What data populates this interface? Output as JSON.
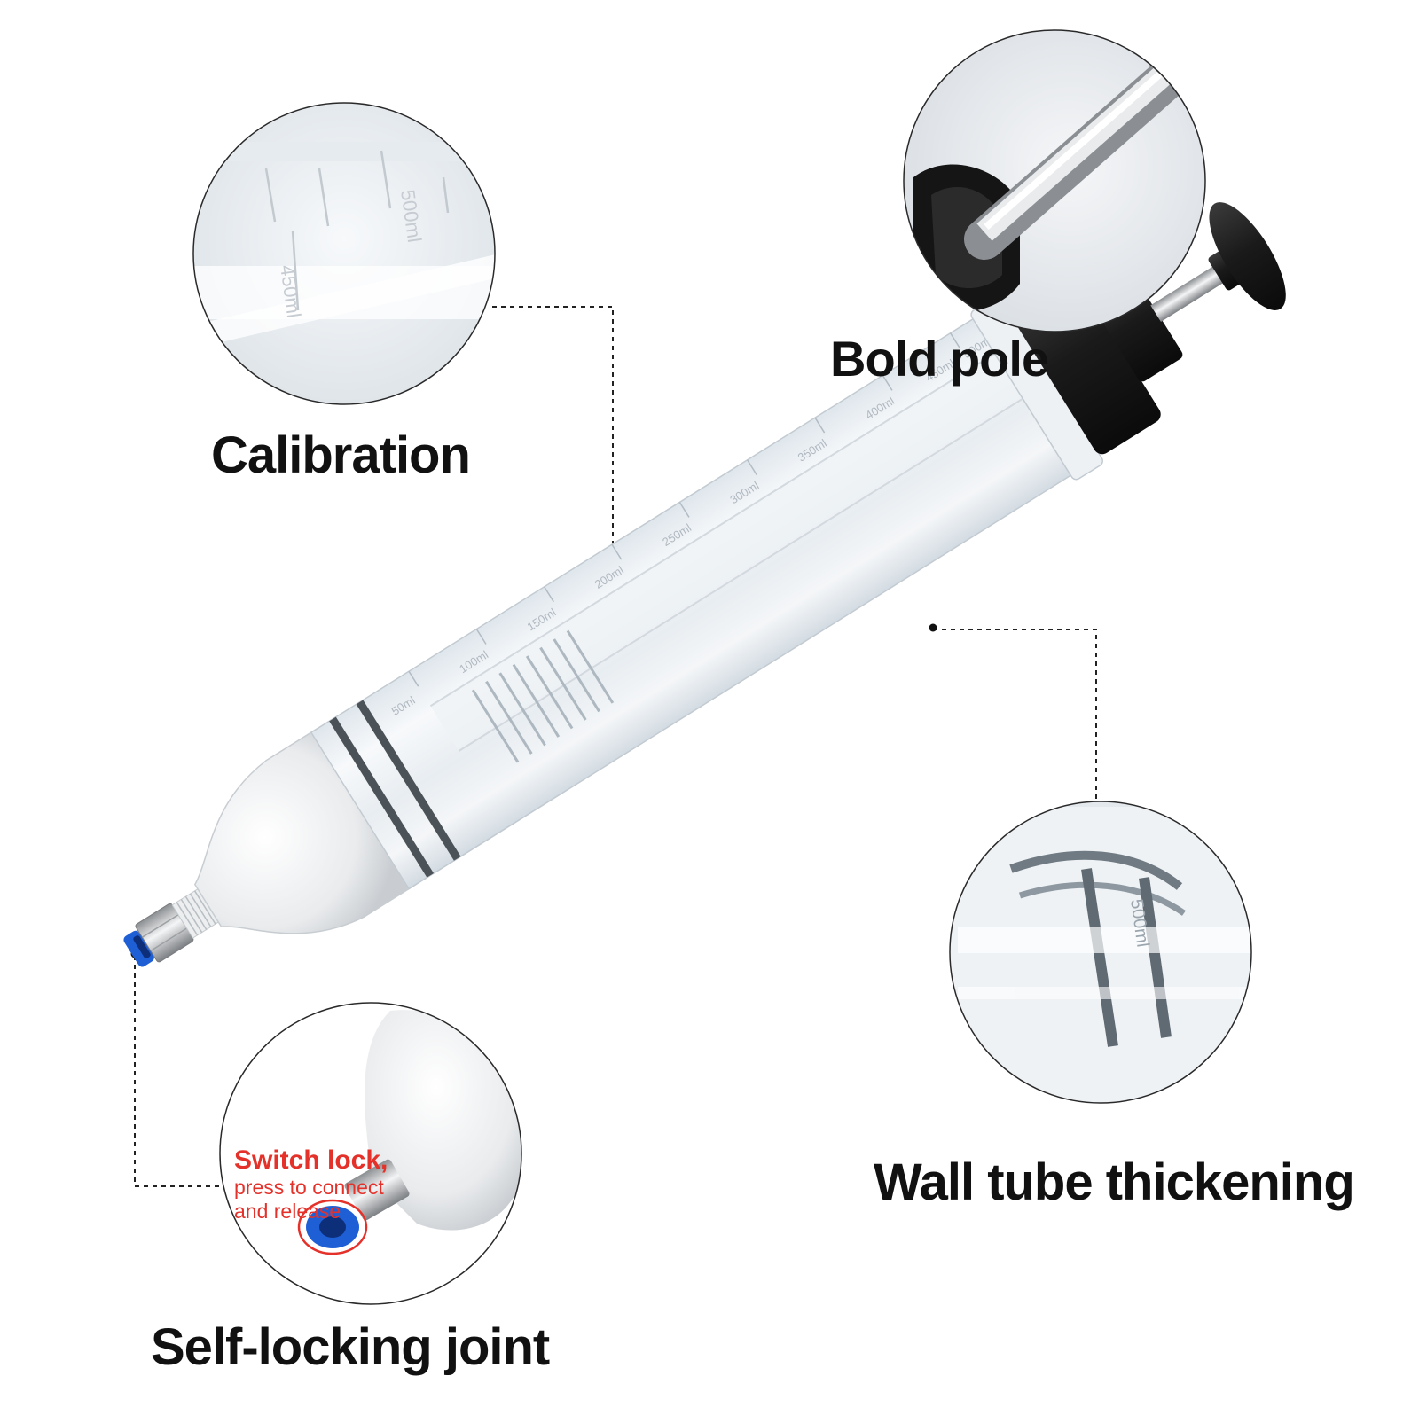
{
  "labels": {
    "calibration": "Calibration",
    "bold_pole": "Bold pole",
    "wall_tube": "Wall tube thickening",
    "self_locking": "Self-locking joint"
  },
  "joint_note": {
    "line1": "Switch lock,",
    "line2": "press to connect",
    "line3": "and release"
  },
  "scale_marks": {
    "mark_500": "500ml",
    "mark_450": "450ml",
    "syringe_marks": [
      "500ml",
      "450ml",
      "400ml",
      "350ml",
      "300ml",
      "250ml",
      "200ml",
      "150ml",
      "100ml",
      "50ml"
    ],
    "wall_mark": "500ml"
  },
  "colors": {
    "label_text": "#111111",
    "accent_red": "#e4322b",
    "connector_blue": "#1f5fd6",
    "dashed_line": "#222222"
  }
}
